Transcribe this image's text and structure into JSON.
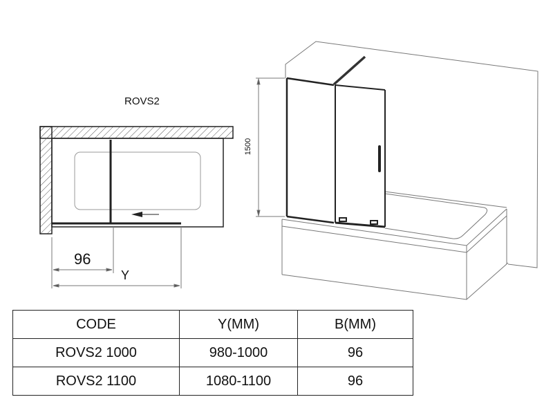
{
  "plan": {
    "title": "ROVS2",
    "dim_b": "96",
    "dim_y": "Y"
  },
  "elevation": {
    "height_label": "1500"
  },
  "table": {
    "headers": [
      "CODE",
      "Y(MM)",
      "B(MM)"
    ],
    "rows": [
      [
        "ROVS2 1000",
        "980-1000",
        "96"
      ],
      [
        "ROVS2 1100",
        "1080-1100",
        "96"
      ]
    ]
  }
}
